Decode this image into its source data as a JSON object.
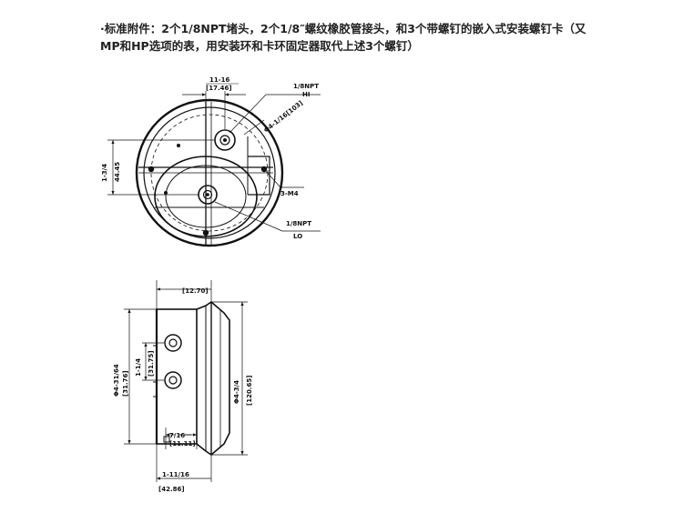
{
  "caption": {
    "line1": "·标准附件：2个1/8NPT堵头，2个1/8″螺纹橡胶管接头，和3个带螺钉的嵌入式安装螺钉卡（又",
    "line2": "MP和HP选项的表，用安装环和卡环固定器取代上述3个螺钉）"
  },
  "front_view": {
    "dim_top": "11-16",
    "dim_top_mm": "[17.46]",
    "dim_left": "1-3/4",
    "dim_left_mm": "44.45",
    "hi_port": "1/8NPT",
    "hi_label": "HI",
    "bolt_circle": "Φ4-1/16[103]",
    "screws": "3-M4",
    "lo_port": "1/8NPT",
    "lo_label": "LO"
  },
  "side_view": {
    "dim_top": "[12.70]",
    "dim_ports": "1-1/4",
    "dim_ports_mm": "[31.75]",
    "dim_body": "Φ4-31/64",
    "dim_body_mm": "[31.76]",
    "dim_dia": "Φ4-3/4",
    "dim_dia_mm": "[120.65]",
    "dim_depth": "7/16",
    "dim_depth_mm": "[11.11]",
    "dim_total": "1-11/16",
    "dim_total_mm": "[42.86]"
  }
}
